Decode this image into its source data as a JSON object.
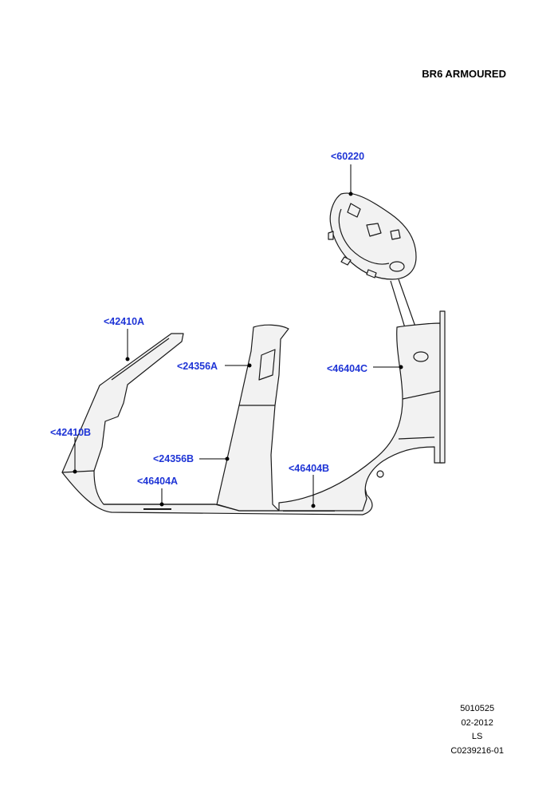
{
  "title": "BR6 ARMOURED",
  "callouts": {
    "c60220": "<60220",
    "c42410A": "<42410A",
    "c24356A": "<24356A",
    "c46404C": "<46404C",
    "c42410B": "<42410B",
    "c24356B": "<24356B",
    "c46404A": "<46404A",
    "c46404B": "<46404B"
  },
  "footer": {
    "line1": "5010525",
    "line2": "02-2012",
    "line3": "LS",
    "line4": "C0239216-01"
  },
  "colors": {
    "callout": "#1f35d6",
    "part_fill": "#f2f2f2",
    "outline": "#1a1a1a"
  }
}
